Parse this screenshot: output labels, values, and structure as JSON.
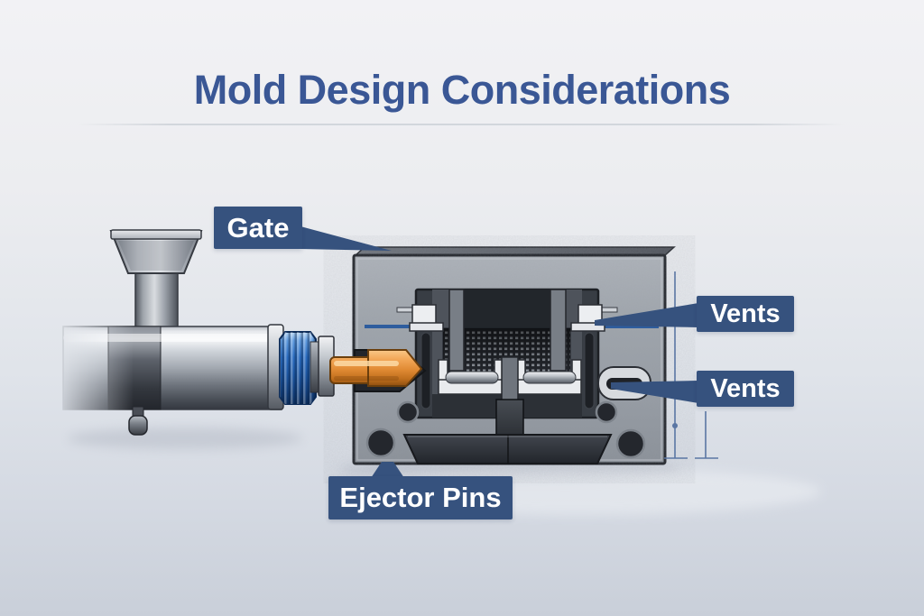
{
  "title": "Mold Design Considerations",
  "callouts": {
    "gate": {
      "label": "Gate",
      "points_to": "mold sprue inlet at top-left of mold block"
    },
    "vents_top": {
      "label": "Vents",
      "points_to": "vent insert at top of mold cavity"
    },
    "vents_side": {
      "label": "Vents",
      "points_to": "slotted vent on right side of mold"
    },
    "ejector_pins": {
      "label": "Ejector Pins",
      "points_to": "ejector plate at bottom-left of mold"
    }
  },
  "colors": {
    "background_top": "#f2f2f5",
    "background_bottom": "#c9cfd9",
    "title_text": "#3a5795",
    "callout_background": "#36527e",
    "callout_text": "#ffffff",
    "nozzle_orange": "#e08a33",
    "collar_blue": "#2a6cc0",
    "mold_gray": "#9aa0a8",
    "dimension_line": "#5a76a3"
  },
  "illustration": {
    "parts": [
      "hopper",
      "injection-barrel",
      "blue-ribbed-collar",
      "nozzle",
      "mold-block",
      "mold-cavity",
      "vent-inserts",
      "slot-vent",
      "ejector-plate",
      "sprue",
      "bolt-holes",
      "dimension-lines"
    ]
  }
}
